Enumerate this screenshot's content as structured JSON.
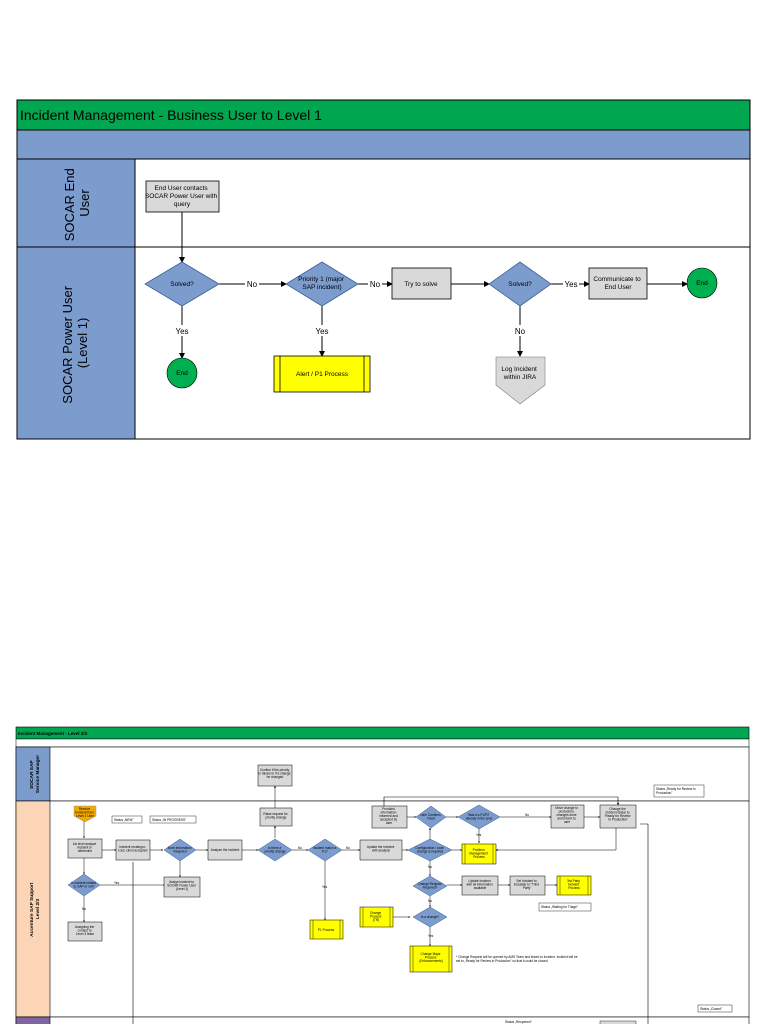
{
  "diagram1": {
    "title": "Incident Management - Business User to Level 1",
    "lanes": {
      "end_user": [
        "SOCAR End",
        "User"
      ],
      "power_user": [
        "SOCAR Power User",
        "(Level 1)"
      ]
    },
    "nodes": {
      "contact": [
        "End User contacts",
        "SOCAR Power User with",
        "query"
      ],
      "solved1": "Solved?",
      "priority": [
        "Priority 1 (major",
        "SAP incident)"
      ],
      "try_solve": "Try to solve",
      "solved2": "Solved?",
      "communicate": [
        "Communicate to",
        "End User"
      ],
      "end_right": "End",
      "end_left": "End",
      "alert": "Alert / P1 Process",
      "log": [
        "Log Incident",
        "within JIRA"
      ]
    },
    "labels": {
      "no": "No",
      "yes": "Yes"
    }
  },
  "diagram2": {
    "title": "Incident Management - Level 2/3",
    "lanes": {
      "manager": [
        "SOCAR SAP",
        "Service Manager"
      ],
      "support": [
        "Accenture SAP Support",
        "Level 2/3"
      ]
    },
    "nodes": {
      "receive": [
        "Receive",
        "Incident from",
        "Level 1 User"
      ],
      "first": [
        "1st level analyze",
        "incident to",
        "determine"
      ],
      "is_incident": [
        "Is incident related",
        "to SAP or not?"
      ],
      "assigning": [
        "Assigning the",
        "contact to",
        "Level 3 team"
      ],
      "recategorize": [
        "Incident recategor-",
        "ized, client accepted"
      ],
      "more_info": [
        "More information",
        "Required"
      ],
      "analyze_incident": "Analyze the incident",
      "assign_power": [
        "Assign incident to",
        "SOCAR Power User",
        "(Level 1)"
      ],
      "confirm_change": [
        "Confirm if the priority",
        "is raised or if a change",
        "be changed"
      ],
      "raise": [
        "Raise request for",
        "priority change"
      ],
      "p1_change": [
        "Is there a",
        "priority change"
      ],
      "incident_p1": [
        "Incident match a",
        "P1?"
      ],
      "p1_process": "P1 Process",
      "update": [
        "Update the incident",
        "with analysis"
      ],
      "config_change": [
        "Configuration / code",
        "change is required"
      ],
      "require_change": [
        "Change Request",
        "Required?"
      ],
      "problem_mgmt": [
        "Problem",
        "Management",
        "Process"
      ],
      "provided": [
        "Provided",
        "information",
        "informed and",
        "accepted by",
        "user"
      ],
      "user_confirms": [
        "User Confirms",
        "Fixed"
      ],
      "p1p2": [
        "Was it a P1/P2",
        "already in the prod"
      ],
      "move_change": [
        "Move change to",
        "production,",
        "changes done",
        "and inform to",
        "user"
      ],
      "change_status": [
        "Change the",
        "incident status to",
        "'Ready for Review",
        "in Production'"
      ],
      "update_incident": [
        "Update Incident",
        "with all information",
        "available"
      ],
      "set_incident": [
        "Set Incident to",
        "Escalate to \"Third",
        "Party\""
      ],
      "third_party": [
        "3rd Party",
        "Incident",
        "Process"
      ],
      "change_proc": [
        "Change",
        "Process",
        "(TR)"
      ],
      "is_change": "Is a change?",
      "change_major": [
        "Change Major",
        "Process",
        "(Enhancements)"
      ]
    },
    "notes": {
      "new": "Status „NEW\"",
      "in_progress": "Status „IN PROGRESS\"",
      "ready_review": [
        "Status „Ready for Review in",
        "Production\""
      ],
      "waiting": "Status „Waiting for Triage\"",
      "change_note": [
        "* Change Request will be opened by AMS Team and linked to Incident. Incident will be",
        "set to „Ready for Review in Production\" so that it could be closed."
      ],
      "closed": "Status „Closed\"",
      "reopened": "Status „Reopened\""
    },
    "labels": {
      "no": "No",
      "yes": "Yes"
    }
  }
}
